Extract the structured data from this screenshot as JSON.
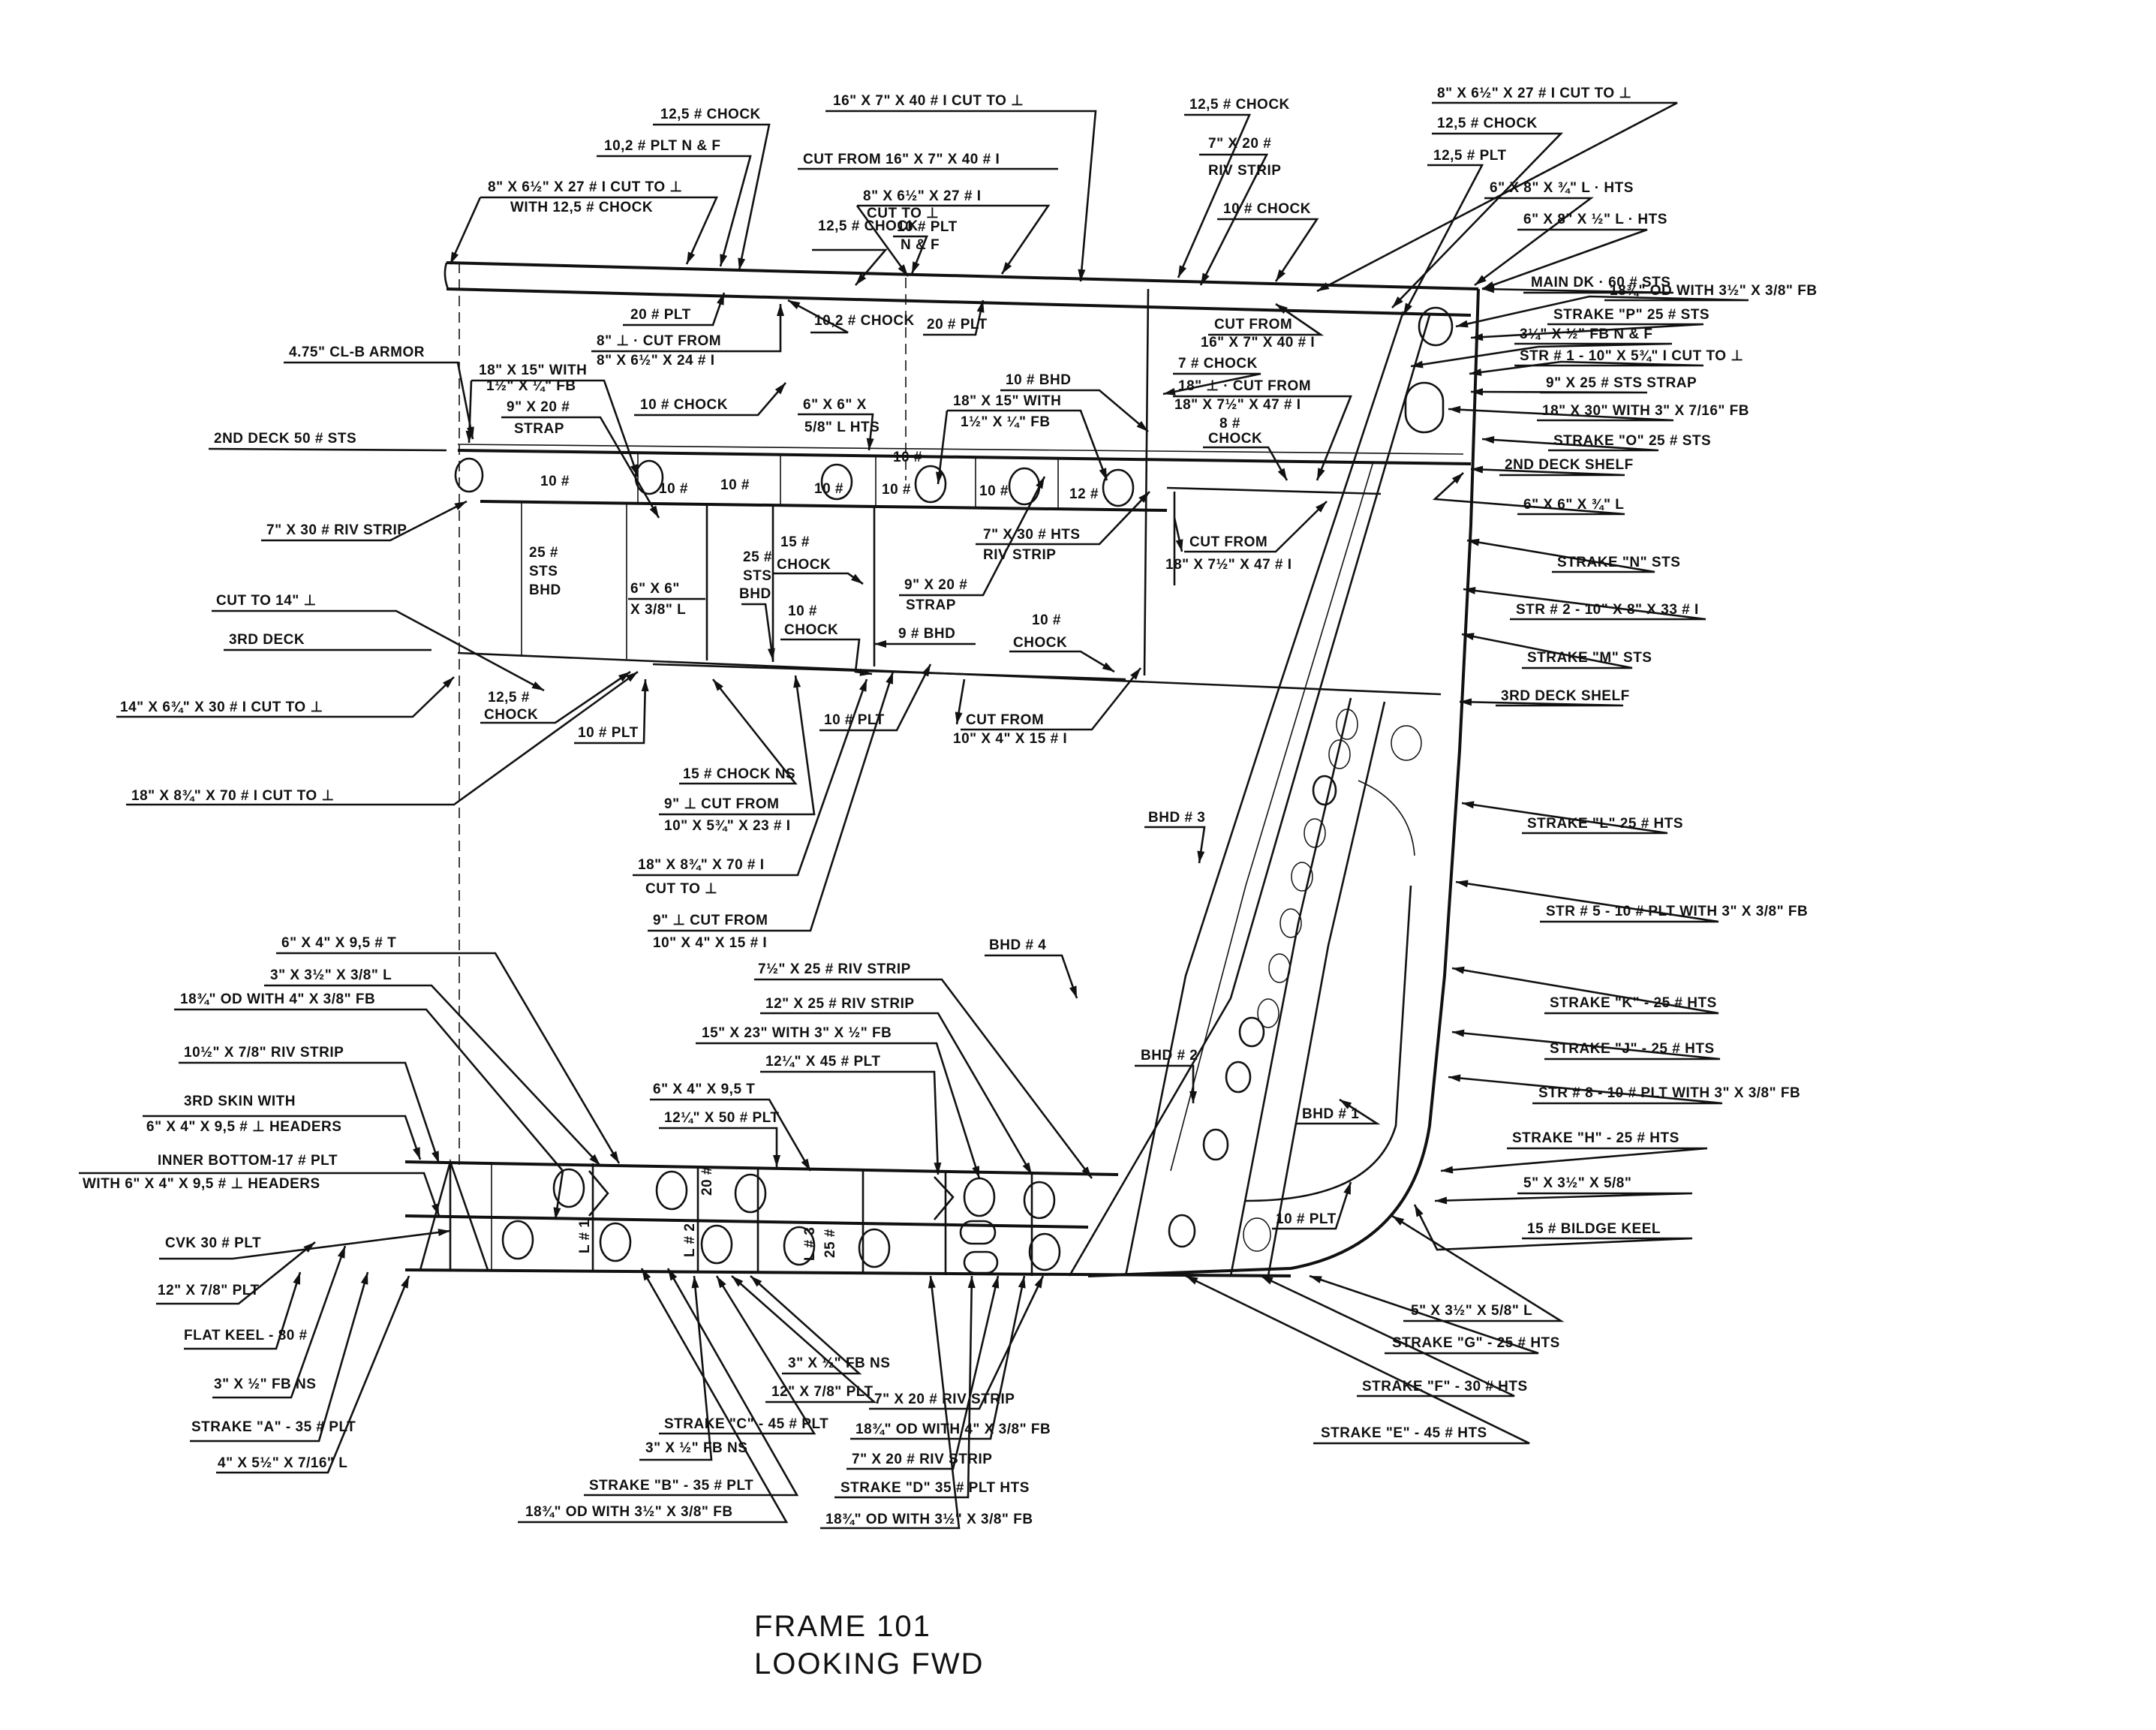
{
  "title": {
    "line1": "FRAME 101",
    "line2": "LOOKING FWD"
  },
  "callouts": {
    "top": [
      "12,5 # CHOCK",
      "10,2 # PLT N & F",
      "8\" X 6½\" X 27 # I CUT TO ⊥",
      "WITH 12,5 # CHOCK",
      "CUT FROM 16\" X 7\" X 40 # I",
      "12,5 # CHOCK",
      "20 # PLT",
      "10,2 # CHOCK",
      "8\" ⊥ · CUT FROM",
      "8\" X 6½\" X 24 # I",
      "16\" X 7\" X 40 # I CUT TO ⊥",
      "8\" X 6½\" X 27 # I",
      "CUT TO ⊥",
      "10 # PLT",
      "N & F",
      "20 # PLT",
      "12,5 # CHOCK",
      "7\" X 20 #",
      "RIV STRIP",
      "10 # CHOCK",
      "CUT FROM",
      "16\" X 7\" X 40 # I",
      "8\" X 6½\" X 27 # I CUT TO ⊥",
      "12,5 # CHOCK",
      "12,5 # PLT",
      "6\" X 8\" X ¾\" L · HTS",
      "6\" X 8\" X ½\" L · HTS"
    ],
    "right": [
      "MAIN DK · 60 # STS",
      "18¾\" OD WITH 3½\" X 3/8\" FB",
      "STRAKE \"P\" 25 # STS",
      "3¼\" X ½\" FB N & F",
      "STR # 1 - 10\" X 5¾\" I CUT TO ⊥",
      "9\" X 25 # STS STRAP",
      "18\" X 30\" WITH 3\" X 7/16\" FB",
      "STRAKE \"O\" 25 # STS",
      "2ND DECK SHELF",
      "6\" X 6\" X ¾\" L",
      "STRAKE \"N\" STS",
      "STR # 2 - 10\" X 8\" X 33 # I",
      "STRAKE \"M\" STS",
      "3RD DECK SHELF",
      "STRAKE \"L\" 25 # HTS",
      "STR # 5 - 10 # PLT WITH 3\" X 3/8\" FB",
      "STRAKE \"K\" - 25 # HTS",
      "STRAKE \"J\" - 25 # HTS",
      "STR # 8 - 10 # PLT WITH 3\" X 3/8\" FB",
      "STRAKE \"H\" - 25 # HTS",
      "5\" X 3½\" X 5/8\"",
      "15 # BILDGE KEEL",
      "5\" X 3½\" X 5/8\" L",
      "STRAKE \"G\" - 25 # HTS",
      "STRAKE \"F\" - 30 # HTS",
      "STRAKE \"E\" - 45 # HTS"
    ],
    "mid_left": [
      "4.75\" CL-B ARMOR",
      "18\" X 15\" WITH",
      "1½\" X ¼\" FB",
      "9\" X 20 #",
      "STRAP",
      "10 # CHOCK",
      "6\" X 6\" X",
      "5/8\" L HTS",
      "2ND DECK 50 # STS",
      "7\" X 30 # RIV STRIP",
      "25 #",
      "STS",
      "BHD",
      "6\" X 6\"",
      "X 3/8\" L",
      "25 #",
      "STS",
      "BHD",
      "15 #",
      "CHOCK",
      "10 #",
      "CHOCK",
      "CUT TO 14\" ⊥",
      "3RD DECK",
      "12,5 #",
      "CHOCK",
      "14\" X 6¾\" X 30 # I CUT TO ⊥",
      "10 # PLT",
      "15 # CHOCK NS",
      "9\" ⊥ CUT FROM",
      "10\" X 5¾\" X 23 # I",
      "18\" X 8¾\" X 70 # I CUT TO ⊥",
      "18\" X 8¾\" X 70 # I",
      "CUT TO ⊥",
      "9\" ⊥ CUT FROM",
      "10\" X 4\" X 15 # I"
    ],
    "mid_center": [
      "10 # BHD",
      "18\" X 15\" WITH",
      "1½\" X ¼\" FB",
      "7 # CHOCK",
      "18\" ⊥ · CUT FROM",
      "18\" X 7½\" X 47 # I",
      "8 #",
      "CHOCK",
      "7\" X 30 # HTS",
      "RIV STRIP",
      "CUT FROM",
      "18\" X 7½\" X 47 # I",
      "9\" X 20 #",
      "STRAP",
      "9 # BHD",
      "10 #",
      "CHOCK",
      "10 # PLT",
      "CUT FROM",
      "10\" X 4\" X 15 # I",
      "BHD # 3",
      "BHD # 4",
      "BHD # 2",
      "BHD # 1",
      "10 # PLT"
    ],
    "deck_plate_weights": [
      "10 #",
      "10 #",
      "10 #",
      "10 #",
      "10 #",
      "10 #",
      "10 #",
      "12 #"
    ],
    "bottom_left": [
      "6\" X 4\" X 9,5 # T",
      "3\" X 3½\" X 3/8\" L",
      "18¾\" OD WITH 4\" X 3/8\" FB",
      "10½\" X 7/8\" RIV STRIP",
      "3RD SKIN WITH",
      "6\" X 4\" X 9,5 # ⊥ HEADERS",
      "INNER BOTTOM-17 # PLT",
      "WITH 6\" X 4\" X 9,5 # ⊥ HEADERS",
      "CVK 30 # PLT",
      "12\" X 7/8\" PLT",
      "FLAT KEEL - 80 #",
      "3\" X ½\" FB NS",
      "STRAKE \"A\" - 35 # PLT",
      "4\" X 5½\" X 7/16\" L"
    ],
    "bottom_center_top": [
      "7½\" X 25 # RIV STRIP",
      "12\" X 25 # RIV STRIP",
      "15\" X 23\" WITH 3\" X ½\" FB",
      "12¼\" X 45 # PLT",
      "6\" X 4\" X 9,5 T",
      "12¼\" X 50 # PLT"
    ],
    "bottom_center": [
      "3\" X ½\" FB NS",
      "12\" X 7/8\" PLT",
      "STRAKE \"C\" - 45 # PLT",
      "3\" X ½\" FB NS",
      "STRAKE \"B\" - 35 # PLT",
      "18¾\" OD WITH 3½\" X 3/8\" FB",
      "7\" X 20 # RIV STRIP",
      "18¾\" OD WITH 4\" X 3/8\" FB",
      "7\" X 20 # RIV STRIP",
      "STRAKE \"D\" 35 # PLT HTS",
      "18¾\" OD WITH 3½\" X 3/8\" FB"
    ],
    "girder_marks": [
      "L # 1",
      "L # 2",
      "L # 3",
      "20 #",
      "25 #"
    ]
  }
}
